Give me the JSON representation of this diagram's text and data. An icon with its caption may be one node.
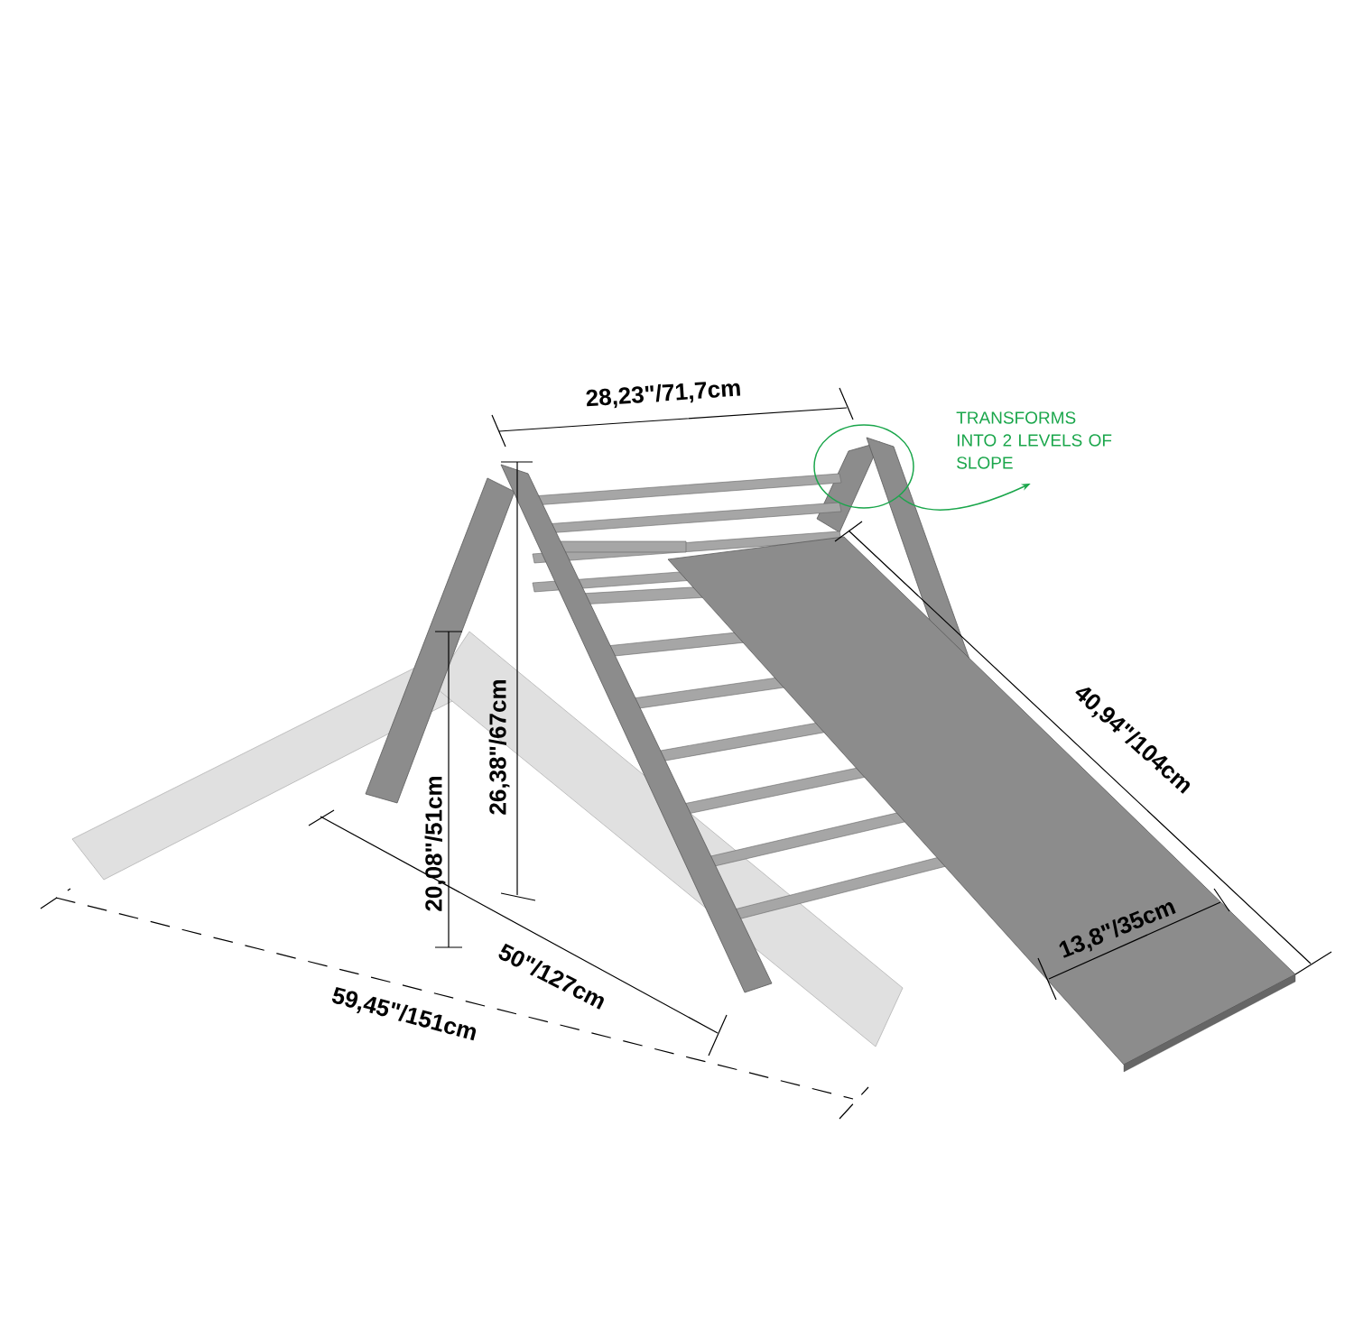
{
  "diagram": {
    "nodes": [
      {
        "text": [
          "TRANSFORMS INTO 2 LEVELS OF SLOPE"
        ]
      },
      {
        "text": [],
        "shape": "circle"
      }
    ],
    "edges": [
      {
        "from": 1,
        "to": 0,
        "arrow": "to",
        "color": "#1aa64b"
      }
    ],
    "labels": [
      "28,23\"/71,7cm",
      "40,94\"/104cm",
      "26,38\"/67cm",
      "20,08\"/51cm",
      "13,8\"/35cm",
      "50\"/127cm",
      "59,45\"/151cm"
    ]
  }
}
